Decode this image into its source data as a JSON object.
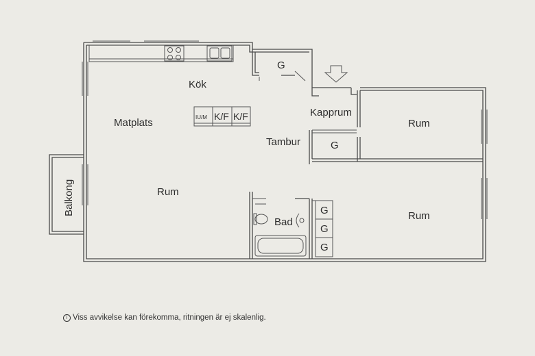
{
  "rooms": {
    "kok": "Kök",
    "matplats": "Matplats",
    "rum_main": "Rum",
    "rum_upper_right": "Rum",
    "rum_lower_right": "Rum",
    "kapprum": "Kapprum",
    "tambur": "Tambur",
    "bad": "Bad",
    "balkong": "Balkong"
  },
  "closets": {
    "g_top": "G",
    "g_tambur": "G",
    "g_bath_1": "G",
    "g_bath_2": "G",
    "g_bath_3": "G"
  },
  "fixtures": {
    "iu_m": "IU/M",
    "kf_1": "K/F",
    "kf_2": "K/F"
  },
  "footer": {
    "icon": "info-icon",
    "disclaimer": "Viss avvikelse kan förekomma, ritningen är ej skalenlig."
  }
}
